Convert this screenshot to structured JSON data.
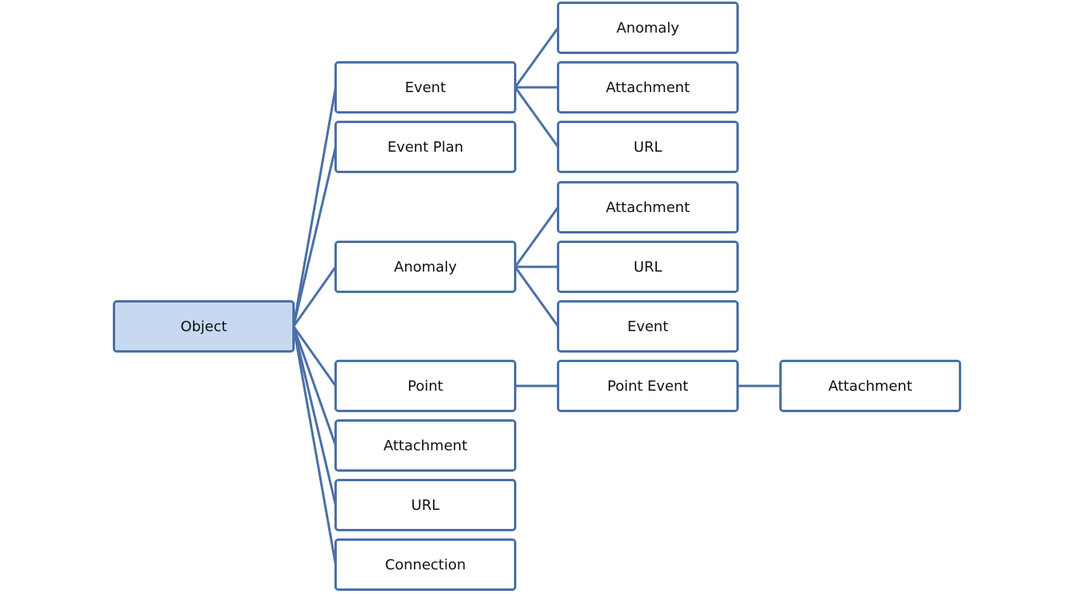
{
  "diagram": {
    "root": {
      "label": "Object"
    },
    "level1": [
      {
        "label": "Event"
      },
      {
        "label": "Event Plan"
      },
      {
        "label": "Anomaly"
      },
      {
        "label": "Point"
      },
      {
        "label": "Attachment"
      },
      {
        "label": "URL"
      },
      {
        "label": "Connection"
      }
    ],
    "event_children": [
      {
        "label": "Anomaly"
      },
      {
        "label": "Attachment"
      },
      {
        "label": "URL"
      }
    ],
    "anomaly_children": [
      {
        "label": "Attachment"
      },
      {
        "label": "URL"
      },
      {
        "label": "Event"
      }
    ],
    "point_children": [
      {
        "label": "Point Event"
      }
    ],
    "point_event_children": [
      {
        "label": "Attachment"
      }
    ]
  },
  "colors": {
    "node_border": "#4a70a6",
    "root_fill": "#c6d9f1",
    "node_fill": "#ffffff",
    "connector": "#4a70a6"
  }
}
